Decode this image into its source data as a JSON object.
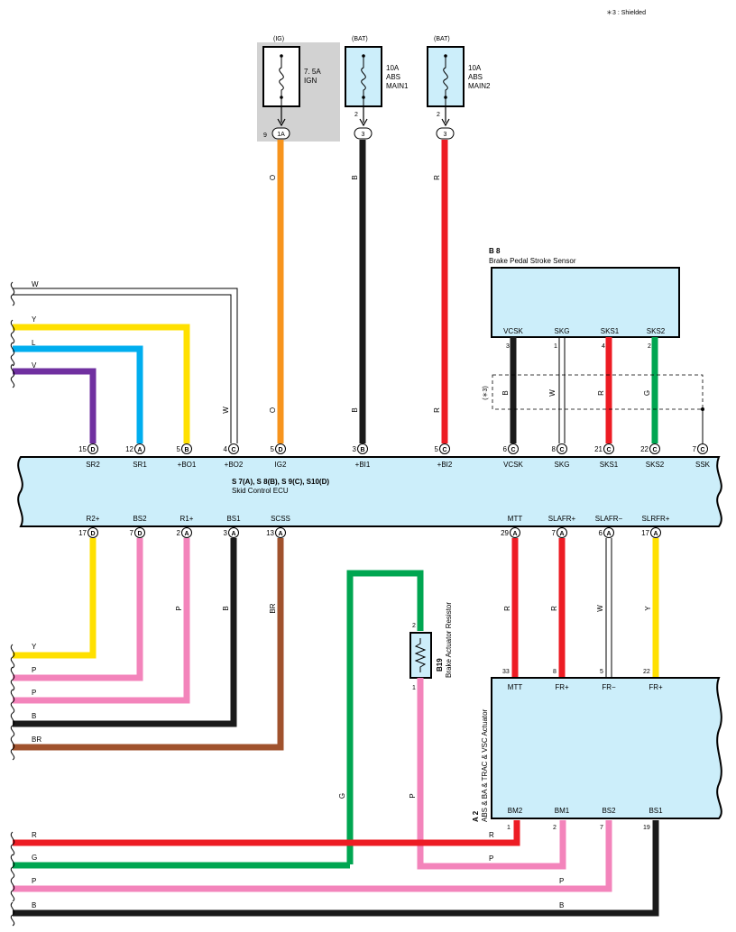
{
  "note": "＊3 : Shielded",
  "colors": {
    "ecu_fill": "#cceefa",
    "fuse_shade": "#d2d2d2",
    "O": "#f7941d",
    "B": "#1a1a1a",
    "R": "#ed1c24",
    "Y": "#ffe000",
    "L": "#00aeef",
    "V": "#7030a0",
    "W": "#ffffff",
    "G": "#00a651",
    "P": "#f384bb",
    "BR": "#a0522d"
  },
  "fuses": [
    {
      "source": "(IG)",
      "label1": "7. 5A",
      "label2": "IGN",
      "label3": "",
      "pin_top": "",
      "pin_conn": "9",
      "conn": "1A"
    },
    {
      "source": "(BAT)",
      "label1": "10A",
      "label2": "ABS",
      "label3": "MAIN1",
      "pin_top": "2",
      "pin_conn": "",
      "conn": "3"
    },
    {
      "source": "(BAT)",
      "label1": "10A",
      "label2": "ABS",
      "label3": "MAIN2",
      "pin_top": "2",
      "pin_conn": "",
      "conn": "3"
    }
  ],
  "sensor": {
    "id": "B 8",
    "name": "Brake Pedal Stroke Sensor",
    "pins": [
      {
        "label": "VCSK",
        "num": "3"
      },
      {
        "label": "SKG",
        "num": "1"
      },
      {
        "label": "SKS1",
        "num": "4"
      },
      {
        "label": "SKS2",
        "num": "2"
      }
    ],
    "shield_mark": "(＊3)"
  },
  "ecu": {
    "name1": "S 7(A), S 8(B), S 9(C), S10(D)",
    "name2": "Skid Control ECU",
    "top_pins": [
      {
        "num": "15",
        "conn": "D",
        "label": "SR2"
      },
      {
        "num": "12",
        "conn": "A",
        "label": "SR1"
      },
      {
        "num": "5",
        "conn": "B",
        "label": "+BO1"
      },
      {
        "num": "4",
        "conn": "C",
        "label": "+BO2"
      },
      {
        "num": "5",
        "conn": "D",
        "label": "IG2"
      },
      {
        "num": "3",
        "conn": "B",
        "label": "+BI1"
      },
      {
        "num": "5",
        "conn": "C",
        "label": "+BI2"
      },
      {
        "num": "6",
        "conn": "C",
        "label": "VCSK"
      },
      {
        "num": "8",
        "conn": "C",
        "label": "SKG"
      },
      {
        "num": "21",
        "conn": "C",
        "label": "SKS1"
      },
      {
        "num": "22",
        "conn": "C",
        "label": "SKS2"
      },
      {
        "num": "7",
        "conn": "C",
        "label": "SSK"
      }
    ],
    "bottom_pins": [
      {
        "num": "17",
        "conn": "D",
        "label": "R2+"
      },
      {
        "num": "7",
        "conn": "D",
        "label": "BS2"
      },
      {
        "num": "2",
        "conn": "A",
        "label": "R1+"
      },
      {
        "num": "3",
        "conn": "A",
        "label": "BS1"
      },
      {
        "num": "13",
        "conn": "A",
        "label": "SCSS"
      },
      {
        "num": "29",
        "conn": "A",
        "label": "MTT"
      },
      {
        "num": "7",
        "conn": "A",
        "label": "SLAFR+"
      },
      {
        "num": "6",
        "conn": "A",
        "label": "SLAFR−"
      },
      {
        "num": "17",
        "conn": "A",
        "label": "SLRFR+"
      }
    ]
  },
  "resistor": {
    "id": "B19",
    "name": "Brake Actuator Resistor",
    "pin_top": "2",
    "pin_bottom": "1"
  },
  "actuator": {
    "id": "A 2",
    "name": "ABS & BA & TRAC & VSC Actuator",
    "top_pins": [
      {
        "num": "33",
        "label": "MTT"
      },
      {
        "num": "8",
        "label": "FR+"
      },
      {
        "num": "5",
        "label": "FR−"
      },
      {
        "num": "22",
        "label": "FR+"
      }
    ],
    "bottom_pins": [
      {
        "num": "1",
        "label": "BM2"
      },
      {
        "num": "2",
        "label": "BM1"
      },
      {
        "num": "7",
        "label": "BS2"
      },
      {
        "num": "19",
        "label": "BS1"
      }
    ]
  },
  "wire_labels": {
    "fuse_ign": "O",
    "fuse_main1": "B",
    "fuse_main2": "R",
    "ecu_ig2": "O",
    "ecu_bi1": "B",
    "ecu_bi2": "R",
    "ecu_bo2": "W",
    "sensor_vcsk": "B",
    "sensor_skg": "W",
    "sensor_sks1": "R",
    "sensor_sks2": "G",
    "left_w": "W",
    "left_y": "Y",
    "left_l": "L",
    "left_v": "V",
    "ecu_bs1": "B",
    "ecu_r1": "P",
    "ecu_scss": "BR",
    "left_y2": "Y",
    "left_p1": "P",
    "left_p2": "P",
    "left_b": "B",
    "left_br": "BR",
    "act_mtt": "R",
    "act_fr1": "R",
    "act_fr2": "W",
    "act_fr3": "Y",
    "res_g": "G",
    "res_p": "P",
    "bot_r": "R",
    "bot_g": "G",
    "bot_p": "P",
    "bot_b": "B",
    "bot_r_right": "R",
    "bot_p_right": "P",
    "bot_p2_right": "P",
    "bot_b_right": "B"
  }
}
